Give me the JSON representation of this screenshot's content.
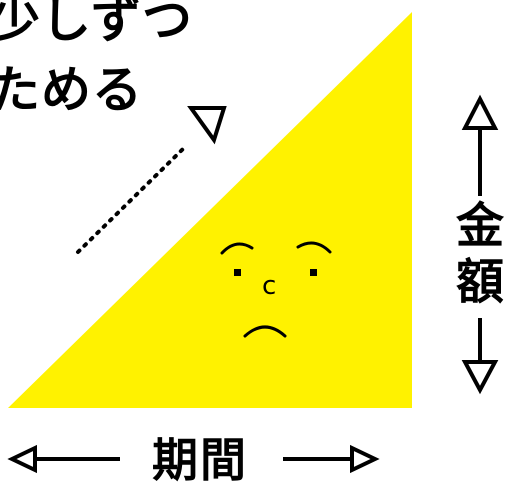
{
  "headline": {
    "line1": "少しずつ",
    "line2": "ためる"
  },
  "axes": {
    "horizontal_label": "期間",
    "vertical_label": "金額"
  },
  "face": {
    "mouth_letter": "c"
  },
  "colors": {
    "triangle_fill": "#fff200",
    "ink": "#000000",
    "background": "#ffffff"
  }
}
